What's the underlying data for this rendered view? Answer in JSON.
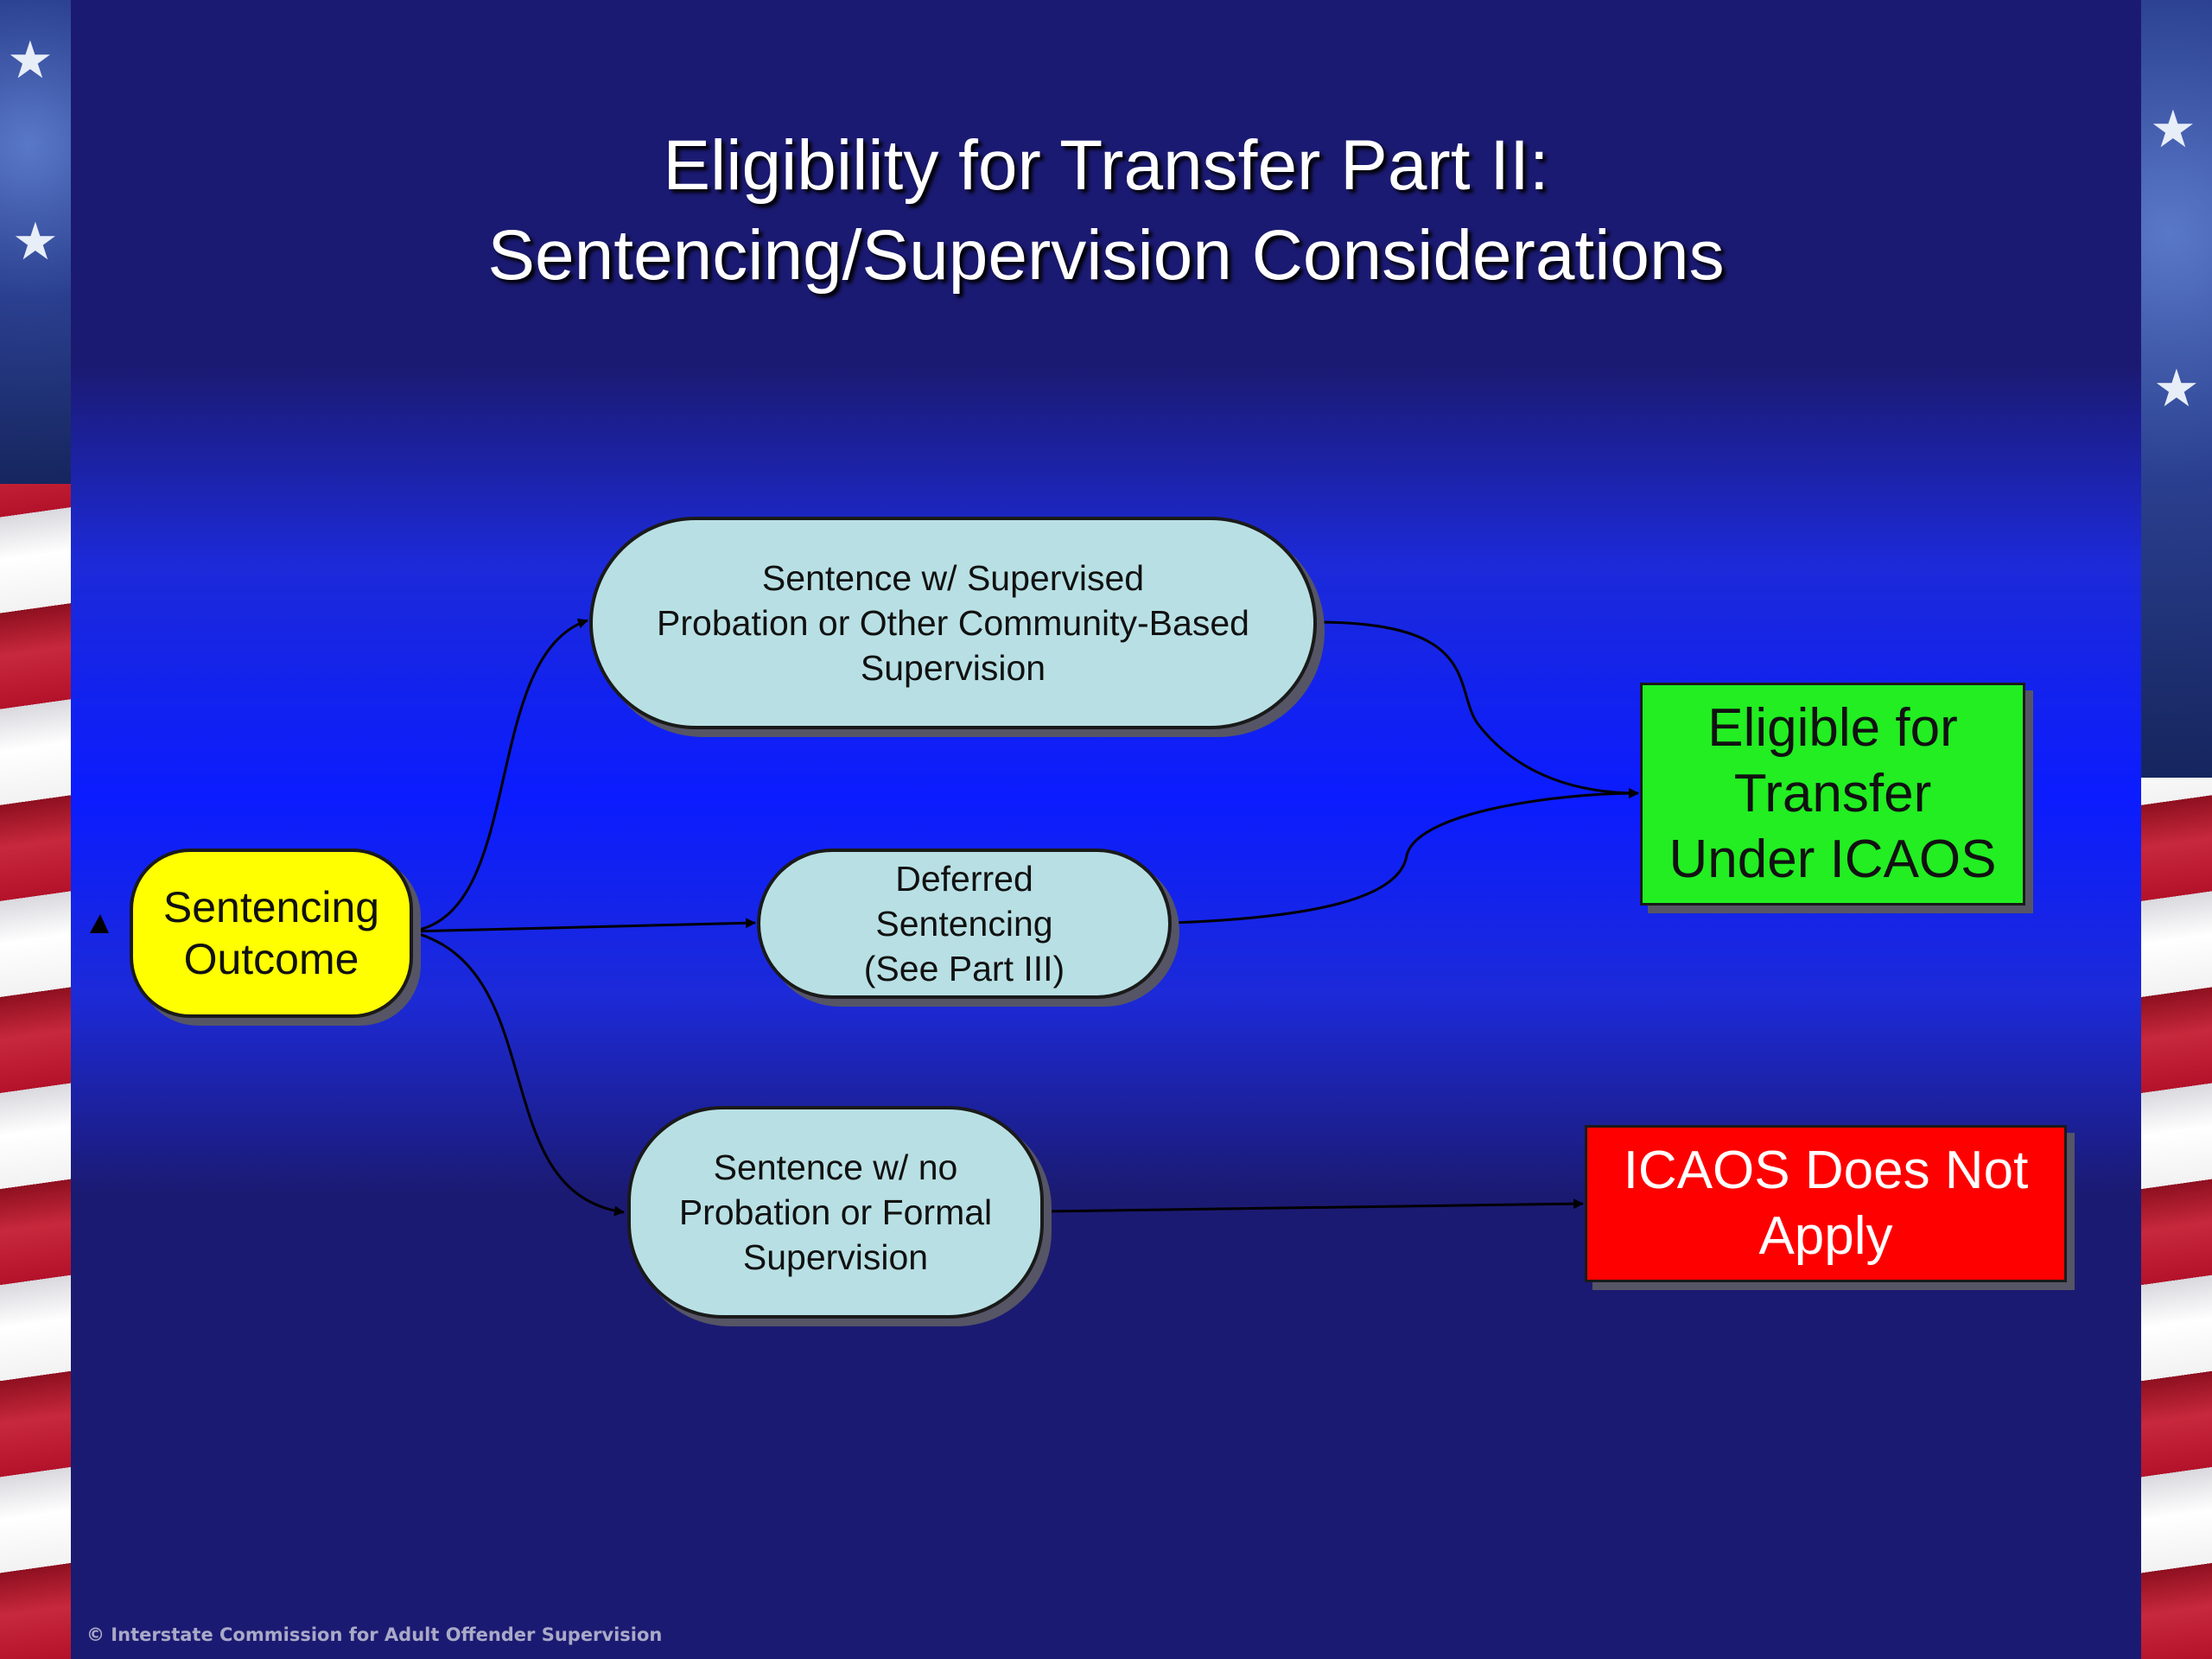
{
  "slide": {
    "title_line1": "Eligibility for Transfer Part II:",
    "title_line2": "Sentencing/Supervision Considerations",
    "footer": "© Interstate Commission for Adult Offender Supervision"
  },
  "nodes": {
    "sentencing_outcome": [
      "Sentencing",
      "Outcome"
    ],
    "supervised": [
      "Sentence w/ Supervised",
      "Probation or Other Community-Based",
      "Supervision"
    ],
    "deferred": [
      "Deferred",
      "Sentencing",
      "(See Part III)"
    ],
    "no_supervision": [
      "Sentence w/ no",
      "Probation or Formal",
      "Supervision"
    ],
    "eligible": [
      "Eligible for",
      "Transfer",
      "Under ICAOS"
    ],
    "not_apply": [
      "ICAOS Does Not",
      "Apply"
    ]
  },
  "edges": [
    {
      "from": "sentencing_outcome",
      "to": "supervised"
    },
    {
      "from": "sentencing_outcome",
      "to": "deferred"
    },
    {
      "from": "sentencing_outcome",
      "to": "no_supervision"
    },
    {
      "from": "supervised",
      "to": "eligible"
    },
    {
      "from": "deferred",
      "to": "eligible"
    },
    {
      "from": "no_supervision",
      "to": "not_apply"
    }
  ],
  "colors": {
    "sentencing_outcome": "#ffff00",
    "sentence_nodes": "#b8e0e4",
    "eligible": "#22ee22",
    "not_apply": "#ff0000",
    "background": "#1b1a72",
    "background_glow": "#0b1cff"
  }
}
